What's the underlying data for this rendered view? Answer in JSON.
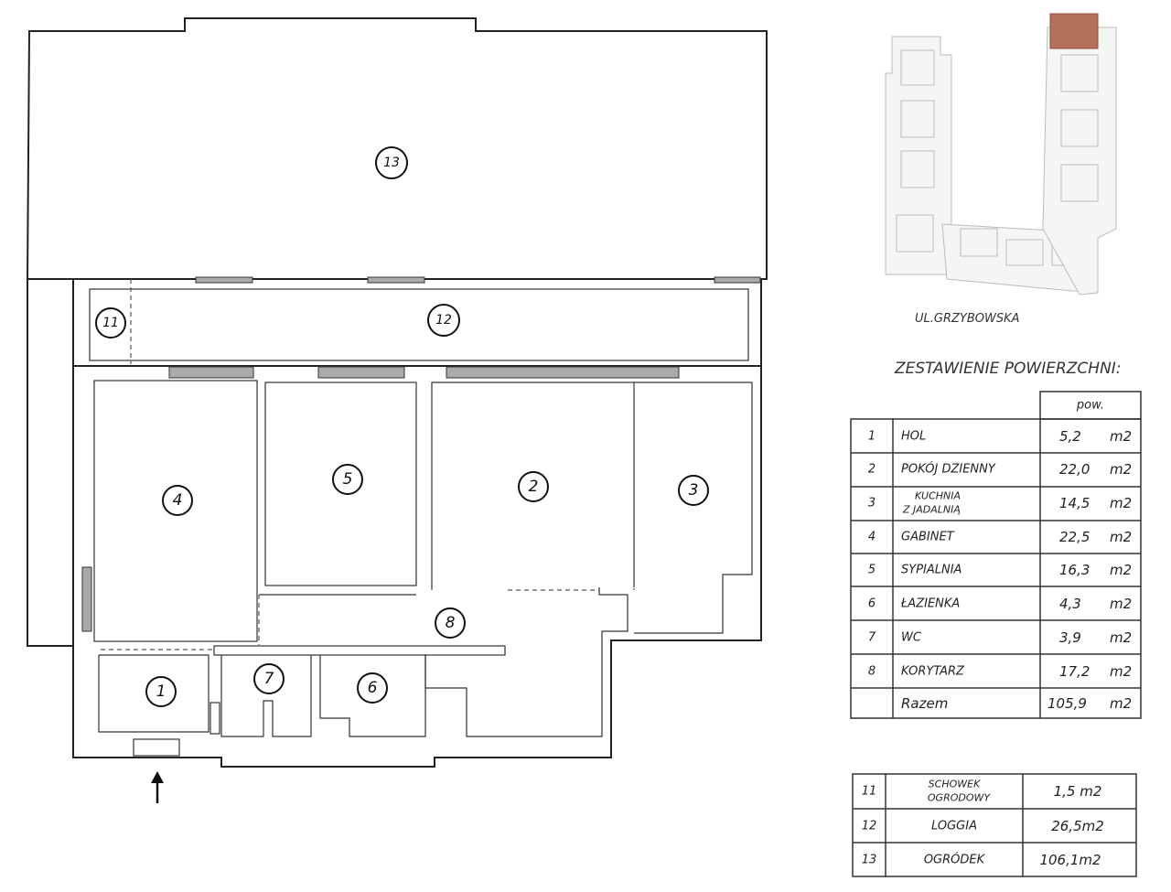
{
  "plan": {
    "room_markers": [
      {
        "num": "1"
      },
      {
        "num": "2"
      },
      {
        "num": "3"
      },
      {
        "num": "4"
      },
      {
        "num": "5"
      },
      {
        "num": "6"
      },
      {
        "num": "7"
      },
      {
        "num": "8"
      },
      {
        "num": "11"
      },
      {
        "num": "12"
      },
      {
        "num": "13"
      }
    ],
    "entry_icon": "arrow-up-icon"
  },
  "location": {
    "street": "UL.GRZYBOWSKA",
    "highlight_color": "#b5705c"
  },
  "areas": {
    "title": "ZESTAWIENIE POWIERZCHNI:",
    "column_header": "pow.",
    "rows": [
      {
        "num": "1",
        "name": "HOL",
        "area": "5,2",
        "unit": "m2"
      },
      {
        "num": "2",
        "name": "POKÓJ DZIENNY",
        "area": "22,0",
        "unit": "m2"
      },
      {
        "num": "3",
        "name": "KUCHNIA Z JADALNIĄ",
        "name_line1": "KUCHNIA",
        "name_line2": "Z JADALNIĄ",
        "area": "14,5",
        "unit": "m2"
      },
      {
        "num": "4",
        "name": "GABINET",
        "area": "22,5",
        "unit": "m2"
      },
      {
        "num": "5",
        "name": "SYPIALNIA",
        "area": "16,3",
        "unit": "m2"
      },
      {
        "num": "6",
        "name": "ŁAZIENKA",
        "area": "4,3",
        "unit": "m2"
      },
      {
        "num": "7",
        "name": "WC",
        "area": "3,9",
        "unit": "m2"
      },
      {
        "num": "8",
        "name": "KORYTARZ",
        "area": "17,2",
        "unit": "m2"
      }
    ],
    "total": {
      "label": "Razem",
      "area": "105,9",
      "unit": "m2"
    }
  },
  "extra_areas": {
    "rows": [
      {
        "num": "11",
        "name": "SCHOWEK OGRODOWY",
        "name_line1": "SCHOWEK",
        "name_line2": "OGRODOWY",
        "area": "1,5 m2"
      },
      {
        "num": "12",
        "name": "LOGGIA",
        "area": "26,5m2"
      },
      {
        "num": "13",
        "name": "OGRÓDEK",
        "area": "106,1m2"
      }
    ]
  }
}
